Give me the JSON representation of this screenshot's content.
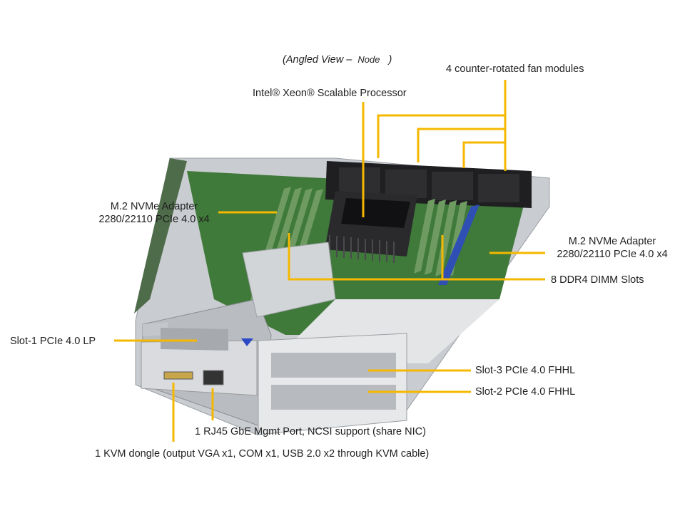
{
  "diagram": {
    "title": {
      "prefix": "(Angled View –",
      "node": "Node",
      "suffix": ")"
    },
    "leader_color": "#f5b800",
    "labels": {
      "cpu": "Intel®  Xeon® Scalable Processor",
      "fans": "4 counter-rotated  fan modules",
      "m2_left_line1": "M.2 NVMe Adapter",
      "m2_left_line2": "2280/22110 PCIe 4.0 x4",
      "m2_right_line1": "M.2 NVMe Adapter",
      "m2_right_line2": "2280/22110 PCIe 4.0 x4",
      "dimm": "8 DDR4 DIMM  Slots",
      "slot1": "Slot-1  PCIe 4.0 LP",
      "slot3": "Slot-3  PCIe 4.0 FHHL",
      "slot2": "Slot-2  PCIe 4.0 FHHL",
      "rj45": "1 RJ45 GbE Mgmt  Port, NCSI support (share NIC)",
      "kvm": "1 KVM dongle (output  VGA x1,  COM x1,  USB 2.0 x2 through  KVM cable)"
    }
  }
}
